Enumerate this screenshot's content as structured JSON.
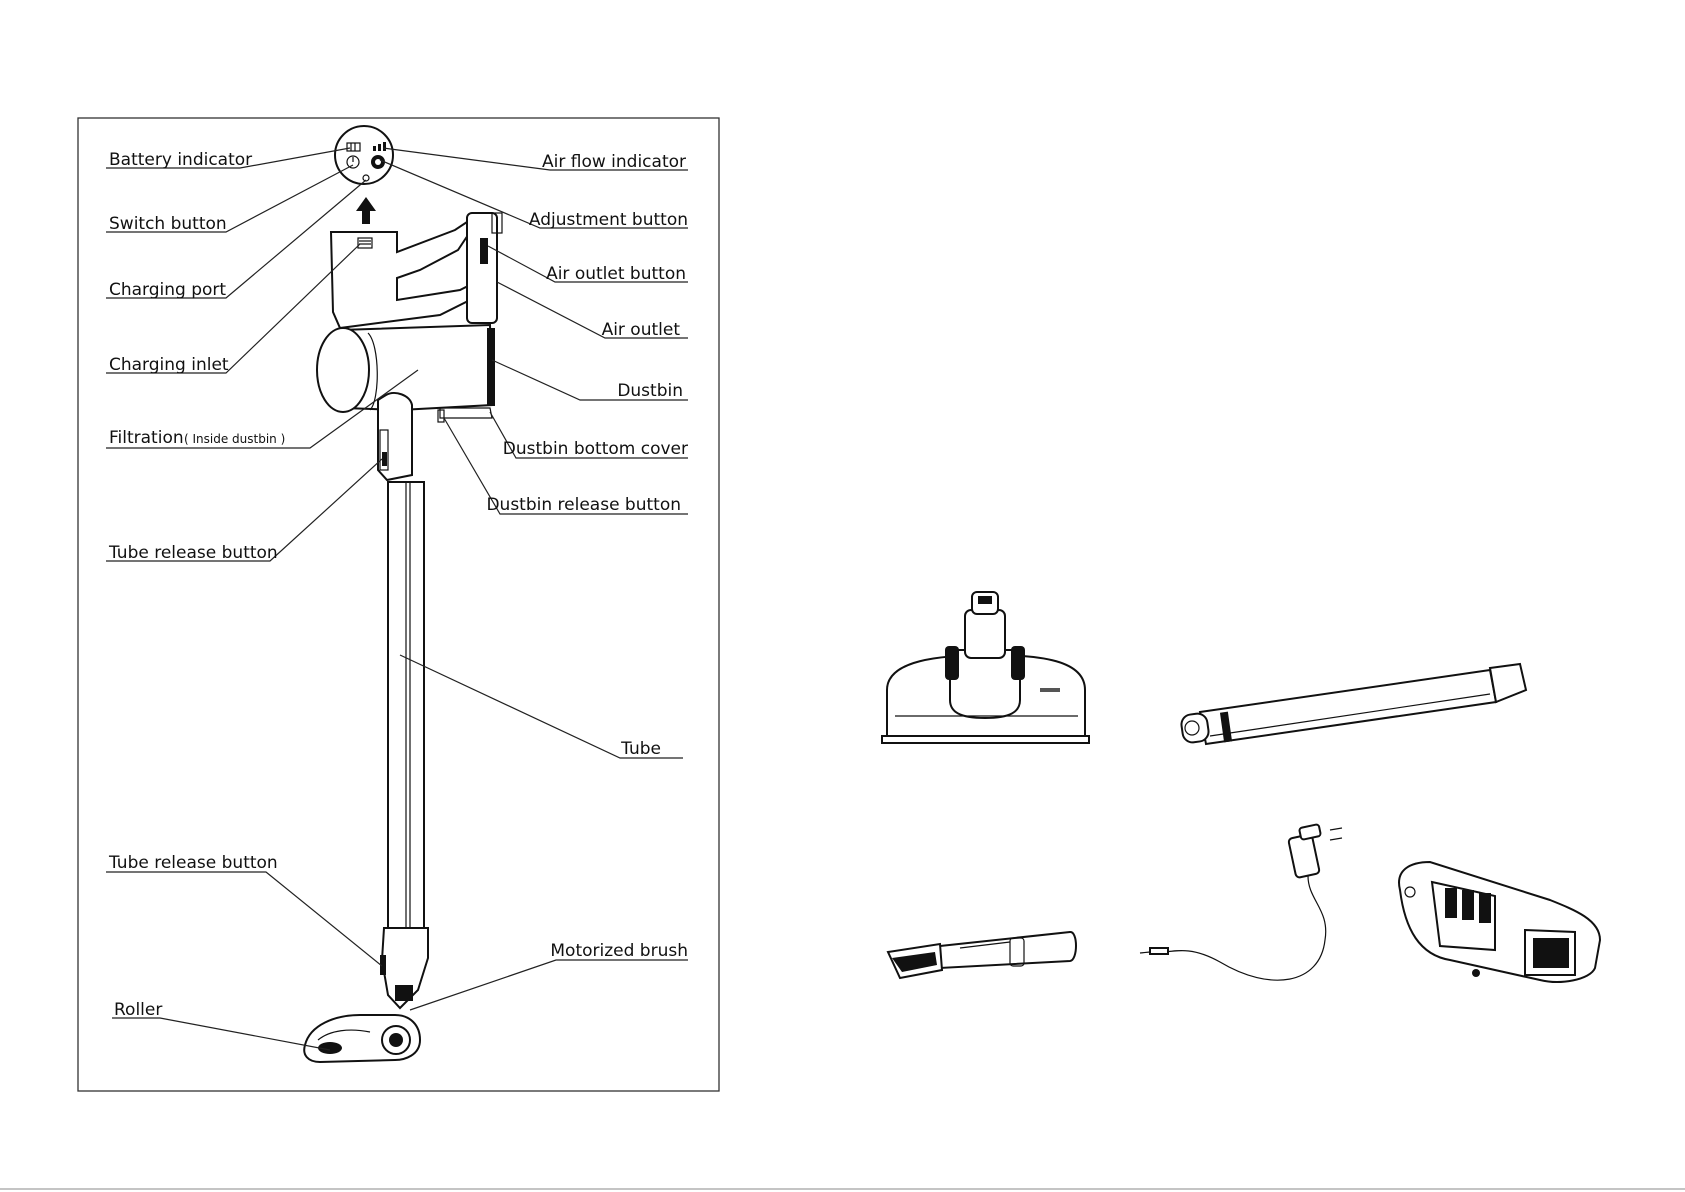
{
  "diagram": {
    "labels": {
      "battery_indicator": "Battery indicator",
      "switch_button": "Switch button",
      "charging_port": "Charging port",
      "charging_inlet": "Charging inlet",
      "filtration": "Filtration",
      "filtration_note": "( Inside dustbin )",
      "tube_release_button_upper": "Tube release button",
      "tube_release_button_lower": "Tube release button",
      "roller": "Roller",
      "air_flow_indicator": "Air flow indicator",
      "adjustment_button": "Adjustment button",
      "air_outlet_button": "Air outlet button",
      "air_outlet": "Air outlet",
      "dustbin": "Dustbin",
      "dustbin_bottom_cover": "Dustbin bottom cover",
      "dustbin_release_button": "Dustbin release button",
      "tube": "Tube",
      "motorized_brush": "Motorized brush"
    }
  },
  "accessories": [
    "motorized-brush-head",
    "extension-tube",
    "crevice-tool",
    "charging-adapter",
    "wall-mount-bracket"
  ]
}
